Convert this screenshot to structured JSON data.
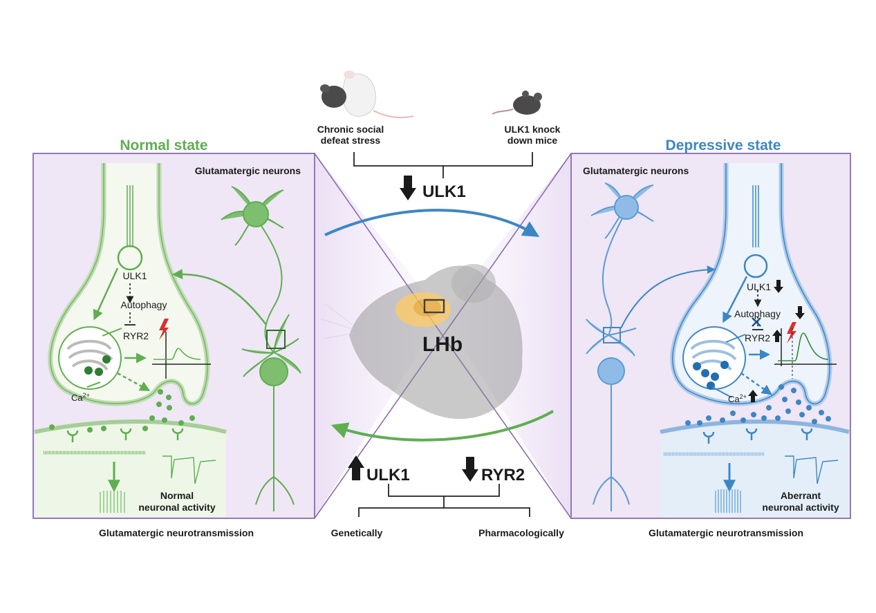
{
  "titles": {
    "normal": "Normal state",
    "depressive": "Depressive state"
  },
  "colors": {
    "normal_green": "#5fae50",
    "depressive_blue": "#3d86c6",
    "panel_purple": "#8a6bb1",
    "panel_fill": "#efe6f6"
  },
  "top": {
    "cause_left_line1": "Chronic social",
    "cause_left_line2": "defeat stress",
    "cause_right_line1": "ULK1 knock",
    "cause_right_line2": "down mice",
    "result_label": "ULK1"
  },
  "center": {
    "region_label": "LHb"
  },
  "bottom": {
    "ulk1_label": "ULK1",
    "ryr2_label": "RYR2",
    "method_left": "Genetically",
    "method_right": "Pharmacologically"
  },
  "left_panel": {
    "neurons_label": "Glutamatergic neurons",
    "ulk1": "ULK1",
    "autophagy": "Autophagy",
    "ryr2": "RYR2",
    "ca": "Ca",
    "ca_sup": "2+",
    "activity_line1": "Normal",
    "activity_line2": "neuronal activity",
    "footer": "Glutamatergic neurotransmission"
  },
  "right_panel": {
    "neurons_label": "Glutamatergic neurons",
    "ulk1": "ULK1",
    "autophagy": "Autophagy",
    "ryr2": "RYR2",
    "ca": "Ca",
    "ca_sup": "2+",
    "activity_line1": "Aberrant",
    "activity_line2": "neuronal activity",
    "footer": "Glutamatergic neurotransmission"
  },
  "icons": {
    "mouse_pair": "mice-defeat-icon",
    "mouse_single": "knockdown-mouse-icon",
    "rat_head": "rodent-head-icon",
    "lightning": "action-potential-icon"
  }
}
